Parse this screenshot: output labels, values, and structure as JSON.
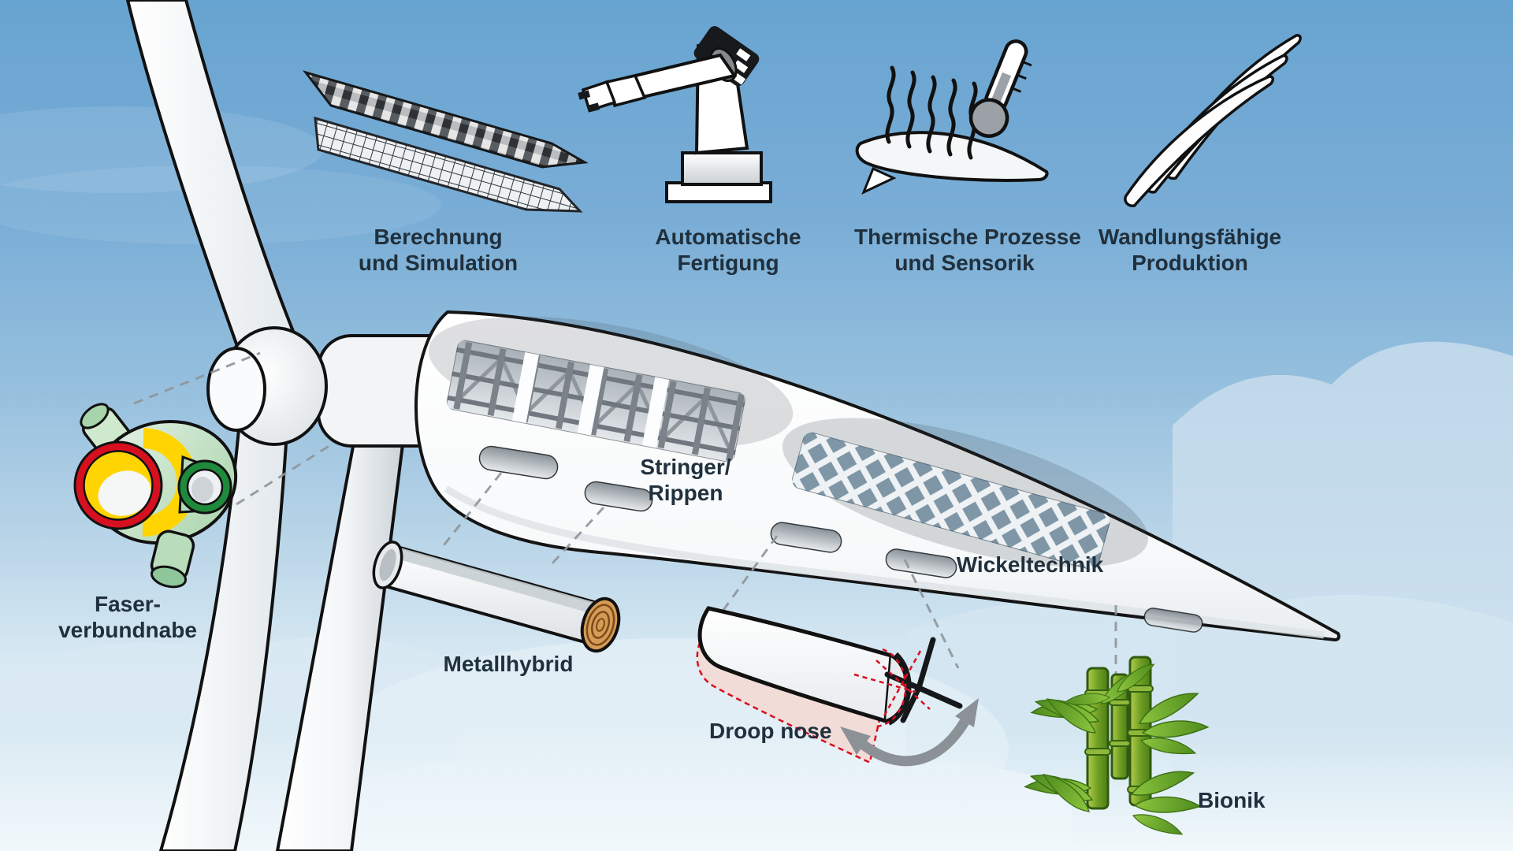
{
  "figure": {
    "type": "infographic",
    "topic": "Wind turbine rotor blade technologies"
  },
  "labels": {
    "simulation": {
      "line1": "Berechnung",
      "line2": "und Simulation"
    },
    "automation": {
      "line1": "Automatische",
      "line2": "Fertigung"
    },
    "thermal": {
      "line1": "Thermische Prozesse",
      "line2": "und Sensorik"
    },
    "production": {
      "line1": "Wandlungsfähige",
      "line2": "Produktion"
    },
    "stringer": {
      "line1": "Stringer/",
      "line2": "Rippen"
    },
    "winding": {
      "text": "Wickeltechnik"
    },
    "hub": {
      "line1": "Faser-",
      "line2": "verbundnabe"
    },
    "metalhybrid": {
      "text": "Metallhybrid"
    },
    "droopnose": {
      "text": "Droop nose"
    },
    "bionics": {
      "text": "Bionik"
    }
  },
  "icons": {
    "simulation": "mesh-blade-icon",
    "automation": "robot-arm-icon",
    "thermal": "thermal-sensor-icon",
    "production": "stacked-blades-icon",
    "hub": "fiber-composite-hub-icon",
    "metalhybrid": "metal-hybrid-tube-icon",
    "droopnose": "droop-nose-shell-icon",
    "bionics": "bamboo-icon"
  },
  "colors": {
    "sky_top": "#68a4d1",
    "sky_bottom": "#ecf5fa",
    "text": "#20303d",
    "outline": "#111111",
    "hub_red": "#d6101f",
    "hub_green": "#1f8a3c",
    "hub_yellow": "#ffd400",
    "hub_body": "#cde9d0",
    "bamboo_green": "#6fa024",
    "leaf_green": "#8dc63f",
    "wood_brown": "#d49c54",
    "droop_red": "#d90f21",
    "droop_pink": "#f2dcd7",
    "arrow_gray": "#8b9196"
  }
}
